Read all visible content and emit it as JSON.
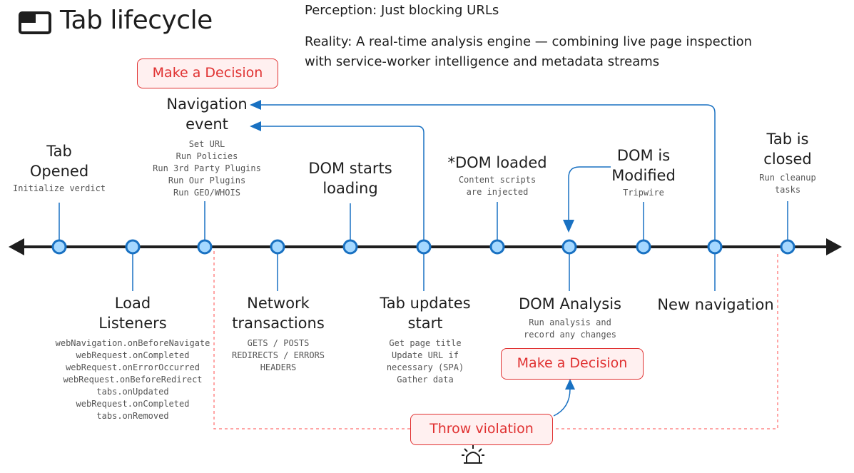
{
  "header": {
    "title": "Tab lifecycle",
    "perception": "Perception: Just blocking URLs",
    "reality_line1": "Reality: A real-time analysis engine — combining live page inspection",
    "reality_line2": "with service-worker intelligence and metadata streams"
  },
  "colors": {
    "accent": "#1971c2",
    "timeline": "#1e1e1e",
    "decision_border": "#e03131",
    "decision_fill": "#fff0f0",
    "dashed": "#ff8787"
  },
  "top_events": {
    "tab_opened": {
      "line1": "Tab",
      "line2": "Opened",
      "sub": [
        "Initialize verdict"
      ]
    },
    "navigation_event": {
      "line1": "Navigation",
      "line2": "event",
      "sub": [
        "Set URL",
        "Run Policies",
        "Run 3rd Party Plugins",
        "Run Our Plugins",
        "Run GEO/WHOIS"
      ]
    },
    "dom_starts_loading": {
      "line1": "DOM starts",
      "line2": "loading"
    },
    "dom_loaded": {
      "line1": "*DOM loaded",
      "sub": [
        "Content scripts",
        "are injected"
      ]
    },
    "dom_modified": {
      "line1": "DOM is",
      "line2": "Modified",
      "sub": [
        "Tripwire"
      ]
    },
    "tab_closed": {
      "line1": "Tab is",
      "line2": "closed",
      "sub": [
        "Run cleanup",
        "tasks"
      ]
    }
  },
  "bottom_events": {
    "load_listeners": {
      "line1": "Load",
      "line2": "Listeners",
      "sub": [
        "webNavigation.onBeforeNavigate",
        "webRequest.onCompleted",
        "webRequest.onErrorOccurred",
        "webRequest.onBeforeRedirect",
        "tabs.onUpdated",
        "webRequest.onCompleted",
        "tabs.onRemoved"
      ]
    },
    "network_transactions": {
      "line1": "Network",
      "line2": "transactions",
      "sub": [
        "GETS / POSTS",
        "REDIRECTS / ERRORS",
        "HEADERS"
      ]
    },
    "tab_updates_start": {
      "line1": "Tab updates",
      "line2": "start",
      "sub": [
        "Get page title",
        "Update URL if",
        "necessary (SPA)",
        "Gather data"
      ]
    },
    "dom_analysis": {
      "line1": "DOM Analysis",
      "sub": [
        "Run analysis and",
        "record any changes"
      ]
    },
    "new_navigation": {
      "line1": "New navigation"
    }
  },
  "decisions": {
    "top": "Make a Decision",
    "bottom": "Make a Decision",
    "violation": "Throw violation"
  },
  "icons": {
    "title_icon": "window-icon",
    "alarm_icon": "alarm-icon"
  }
}
